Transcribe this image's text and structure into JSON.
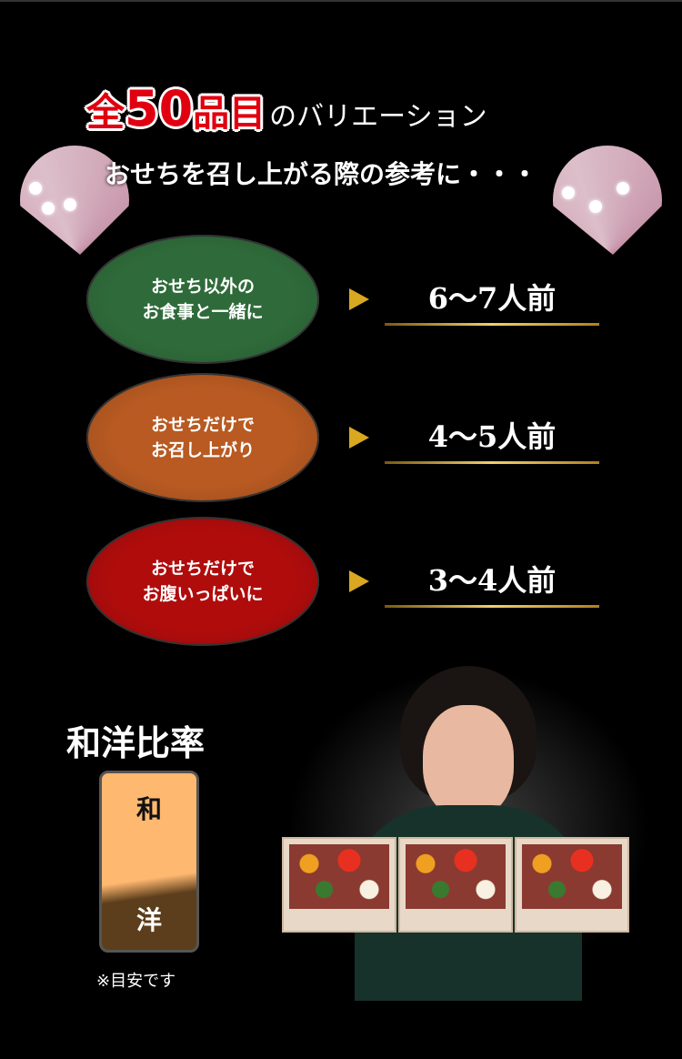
{
  "header": {
    "zen": "全",
    "count": "50",
    "hinmoku": "品目",
    "tail": "のバリエーション",
    "subtitle": "おせちを召し上がる際の参考に・・・"
  },
  "servings": [
    {
      "line1": "おせち以外の",
      "line2": "お食事と一緒に",
      "value": "6〜7人前",
      "color": "#2f6b3a"
    },
    {
      "line1": "おせちだけで",
      "line2": "お召し上がり",
      "value": "4〜5人前",
      "color": "#b85a22"
    },
    {
      "line1": "おせちだけで",
      "line2": "お腹いっぱいに",
      "value": "3〜4人前",
      "color": "#b00c0c"
    }
  ],
  "ratio": {
    "title": "和洋比率",
    "wa_label": "和",
    "yo_label": "洋",
    "wa_percent": 65,
    "yo_percent": 35,
    "wa_color": "#ffb870",
    "yo_color": "#5c3e1c",
    "note": "※目安です"
  },
  "accent_gold": "#d8a820"
}
